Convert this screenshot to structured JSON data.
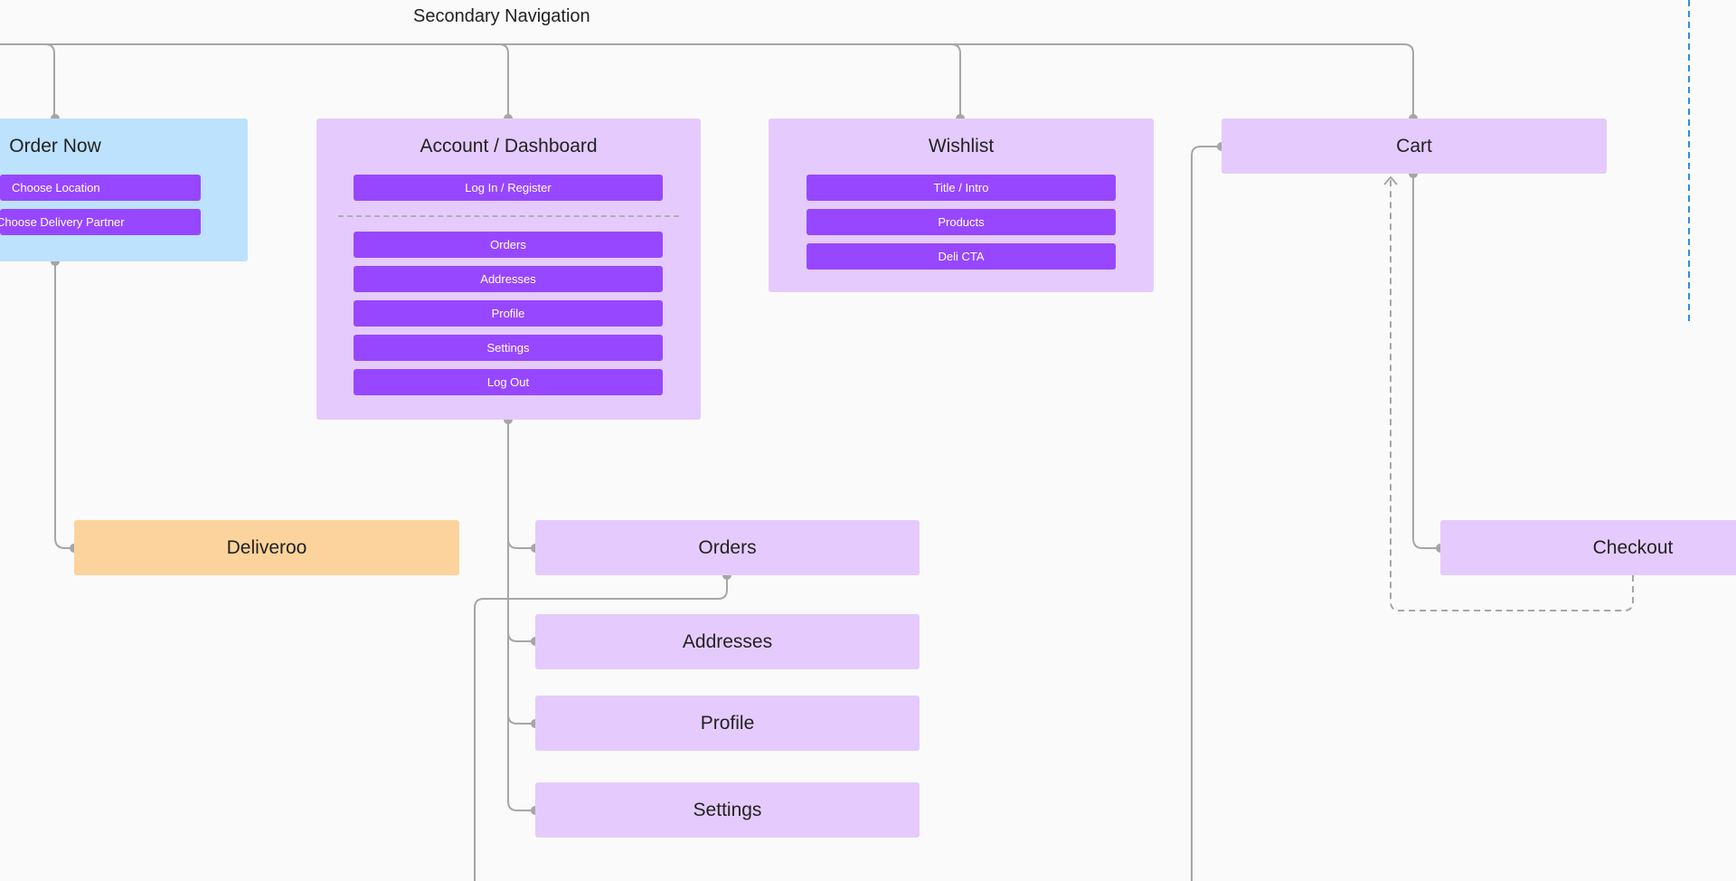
{
  "title": "Secondary Navigation",
  "colors": {
    "connector": "#a6a6a6",
    "dot": "#a6a6a6",
    "purple_card": "#e5cbfd",
    "blue_card": "#bde2fd",
    "orange_card": "#fcd39c",
    "chip": "#9747ff",
    "guide": "#2b8fe0"
  },
  "order_now": {
    "title": "Order Now",
    "items": [
      "Choose Location",
      "Choose Delivery Partner"
    ]
  },
  "account": {
    "title": "Account / Dashboard",
    "login": "Log In / Register",
    "items": [
      "Orders",
      "Addresses",
      "Profile",
      "Settings",
      "Log Out"
    ]
  },
  "wishlist": {
    "title": "Wishlist",
    "items": [
      "Title / Intro",
      "Products",
      "Deli CTA"
    ]
  },
  "cart": {
    "title": "Cart"
  },
  "deliveroo": {
    "label": "Deliveroo"
  },
  "sub_pages": {
    "orders": "Orders",
    "addresses": "Addresses",
    "profile": "Profile",
    "settings": "Settings"
  },
  "checkout": {
    "label": "Checkout"
  }
}
